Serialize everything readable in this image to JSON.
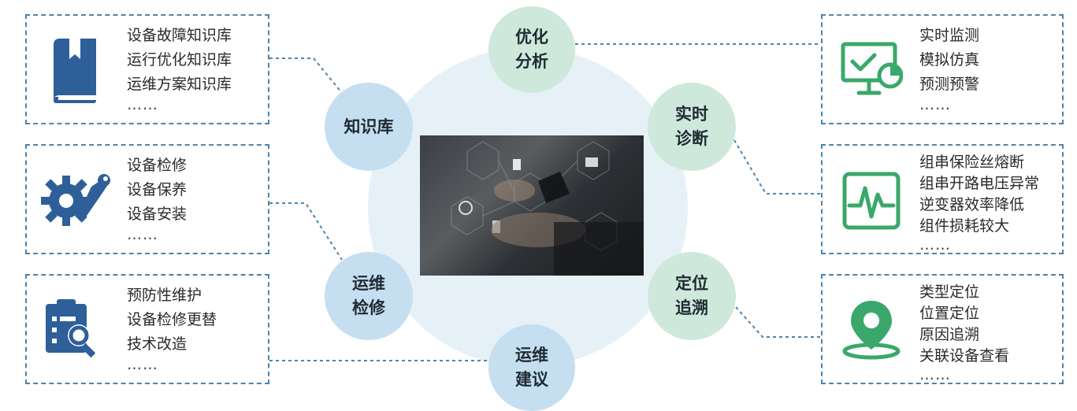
{
  "left_boxes": [
    {
      "items": [
        "设备故障知识库",
        "运行优化知识库",
        "运维方案知识库"
      ],
      "more": "……",
      "icon": "book-icon"
    },
    {
      "items": [
        "设备检修",
        "设备保养",
        "设备安装"
      ],
      "more": "……",
      "icon": "gear-wrench-icon"
    },
    {
      "items": [
        "预防性维护",
        "设备检修更替",
        "技术改造"
      ],
      "more": "……",
      "icon": "clipboard-inspect-icon"
    }
  ],
  "right_boxes": [
    {
      "items": [
        "实时监测",
        "模拟仿真",
        "预测预警"
      ],
      "more": "……",
      "icon": "monitor-check-icon"
    },
    {
      "items": [
        "组串保险丝熔断",
        "组串开路电压异常",
        "逆变器效率降低",
        "组件损耗较大"
      ],
      "more": "……",
      "icon": "waveform-icon"
    },
    {
      "items": [
        "类型定位",
        "位置定位",
        "原因追溯",
        "关联设备查看"
      ],
      "more": "……",
      "icon": "location-pin-icon"
    }
  ],
  "nodes": {
    "knowledge": {
      "line1": "知识库",
      "line2": ""
    },
    "maintenance": {
      "line1": "运维",
      "line2": "检修"
    },
    "optimize": {
      "line1": "优化",
      "line2": "分析"
    },
    "realtime": {
      "line1": "实时",
      "line2": "诊断"
    },
    "locate": {
      "line1": "定位",
      "line2": "追溯"
    },
    "advice": {
      "line1": "运维",
      "line2": "建议"
    }
  },
  "colors": {
    "blue_icon": "#2e5f99",
    "green_icon": "#3aa86b",
    "dashed_border": "#4d84ad"
  }
}
